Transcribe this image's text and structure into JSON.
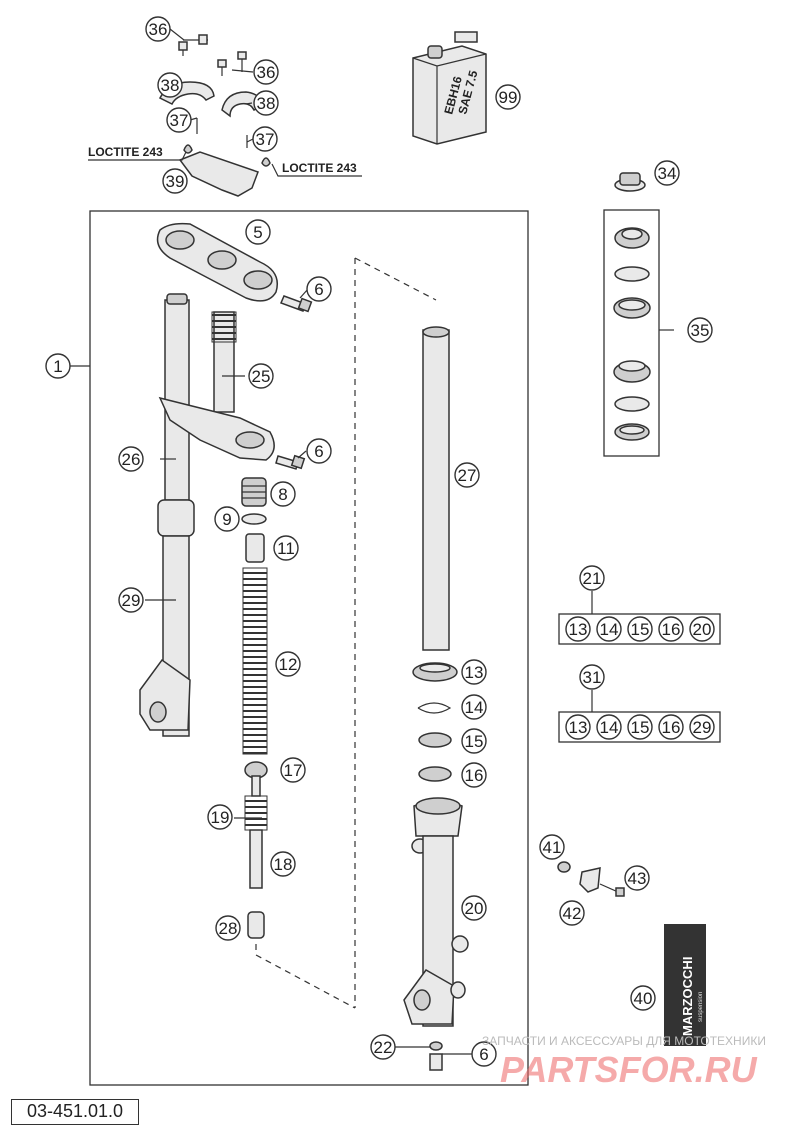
{
  "reference_code": "03-451.01.0",
  "loctite_labels": [
    "LOCTITE 243",
    "LOCTITE 243"
  ],
  "oil_can_text": [
    "EBH16",
    "SAE 7.5"
  ],
  "brand_box_text": [
    "MARZOCCHI",
    "suspension"
  ],
  "watermark": {
    "top_text": "ЗАПЧАСТИ И АКСЕССУАРЫ ДЛЯ МОТОТЕХНИКИ",
    "logo_text": "PARTSFOR.RU"
  },
  "callouts": {
    "c1": "1",
    "c5": "5",
    "c6a": "6",
    "c6b": "6",
    "c6c": "6",
    "c8": "8",
    "c9": "9",
    "c11": "11",
    "c12": "12",
    "c13a": "13",
    "c14a": "14",
    "c15a": "15",
    "c16a": "16",
    "c17": "17",
    "c18": "18",
    "c19": "19",
    "c20": "20",
    "c21": "21",
    "c22": "22",
    "c25": "25",
    "c26": "26",
    "c27": "27",
    "c28": "28",
    "c29": "29",
    "c31": "31",
    "c34": "34",
    "c35": "35",
    "c36a": "36",
    "c36b": "36",
    "c37a": "37",
    "c37b": "37",
    "c38a": "38",
    "c38b": "38",
    "c39": "39",
    "c40": "40",
    "c41": "41",
    "c42": "42",
    "c43": "43",
    "c99": "99"
  },
  "kits": {
    "kit21": [
      "13",
      "14",
      "15",
      "16",
      "20"
    ],
    "kit31": [
      "13",
      "14",
      "15",
      "16",
      "29"
    ]
  }
}
